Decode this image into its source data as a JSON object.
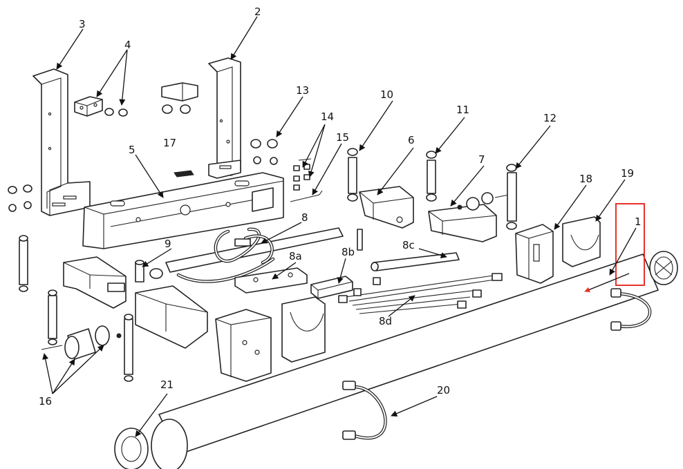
{
  "callouts": {
    "c1": "1",
    "c2": "2",
    "c3": "3",
    "c4": "4",
    "c5": "5",
    "c6": "6",
    "c7": "7",
    "c8": "8",
    "c8a": "8a",
    "c8b": "8b",
    "c8c": "8c",
    "c8d": "8d",
    "c9": "9",
    "c10": "10",
    "c11": "11",
    "c12": "12",
    "c13": "13",
    "c14": "14",
    "c15": "15",
    "c16": "16",
    "c17": "17",
    "c18": "18",
    "c19": "19",
    "c20": "20",
    "c21": "21"
  },
  "colors": {
    "line": "#222222",
    "highlight": "#e8302a",
    "background": "#ffffff"
  }
}
